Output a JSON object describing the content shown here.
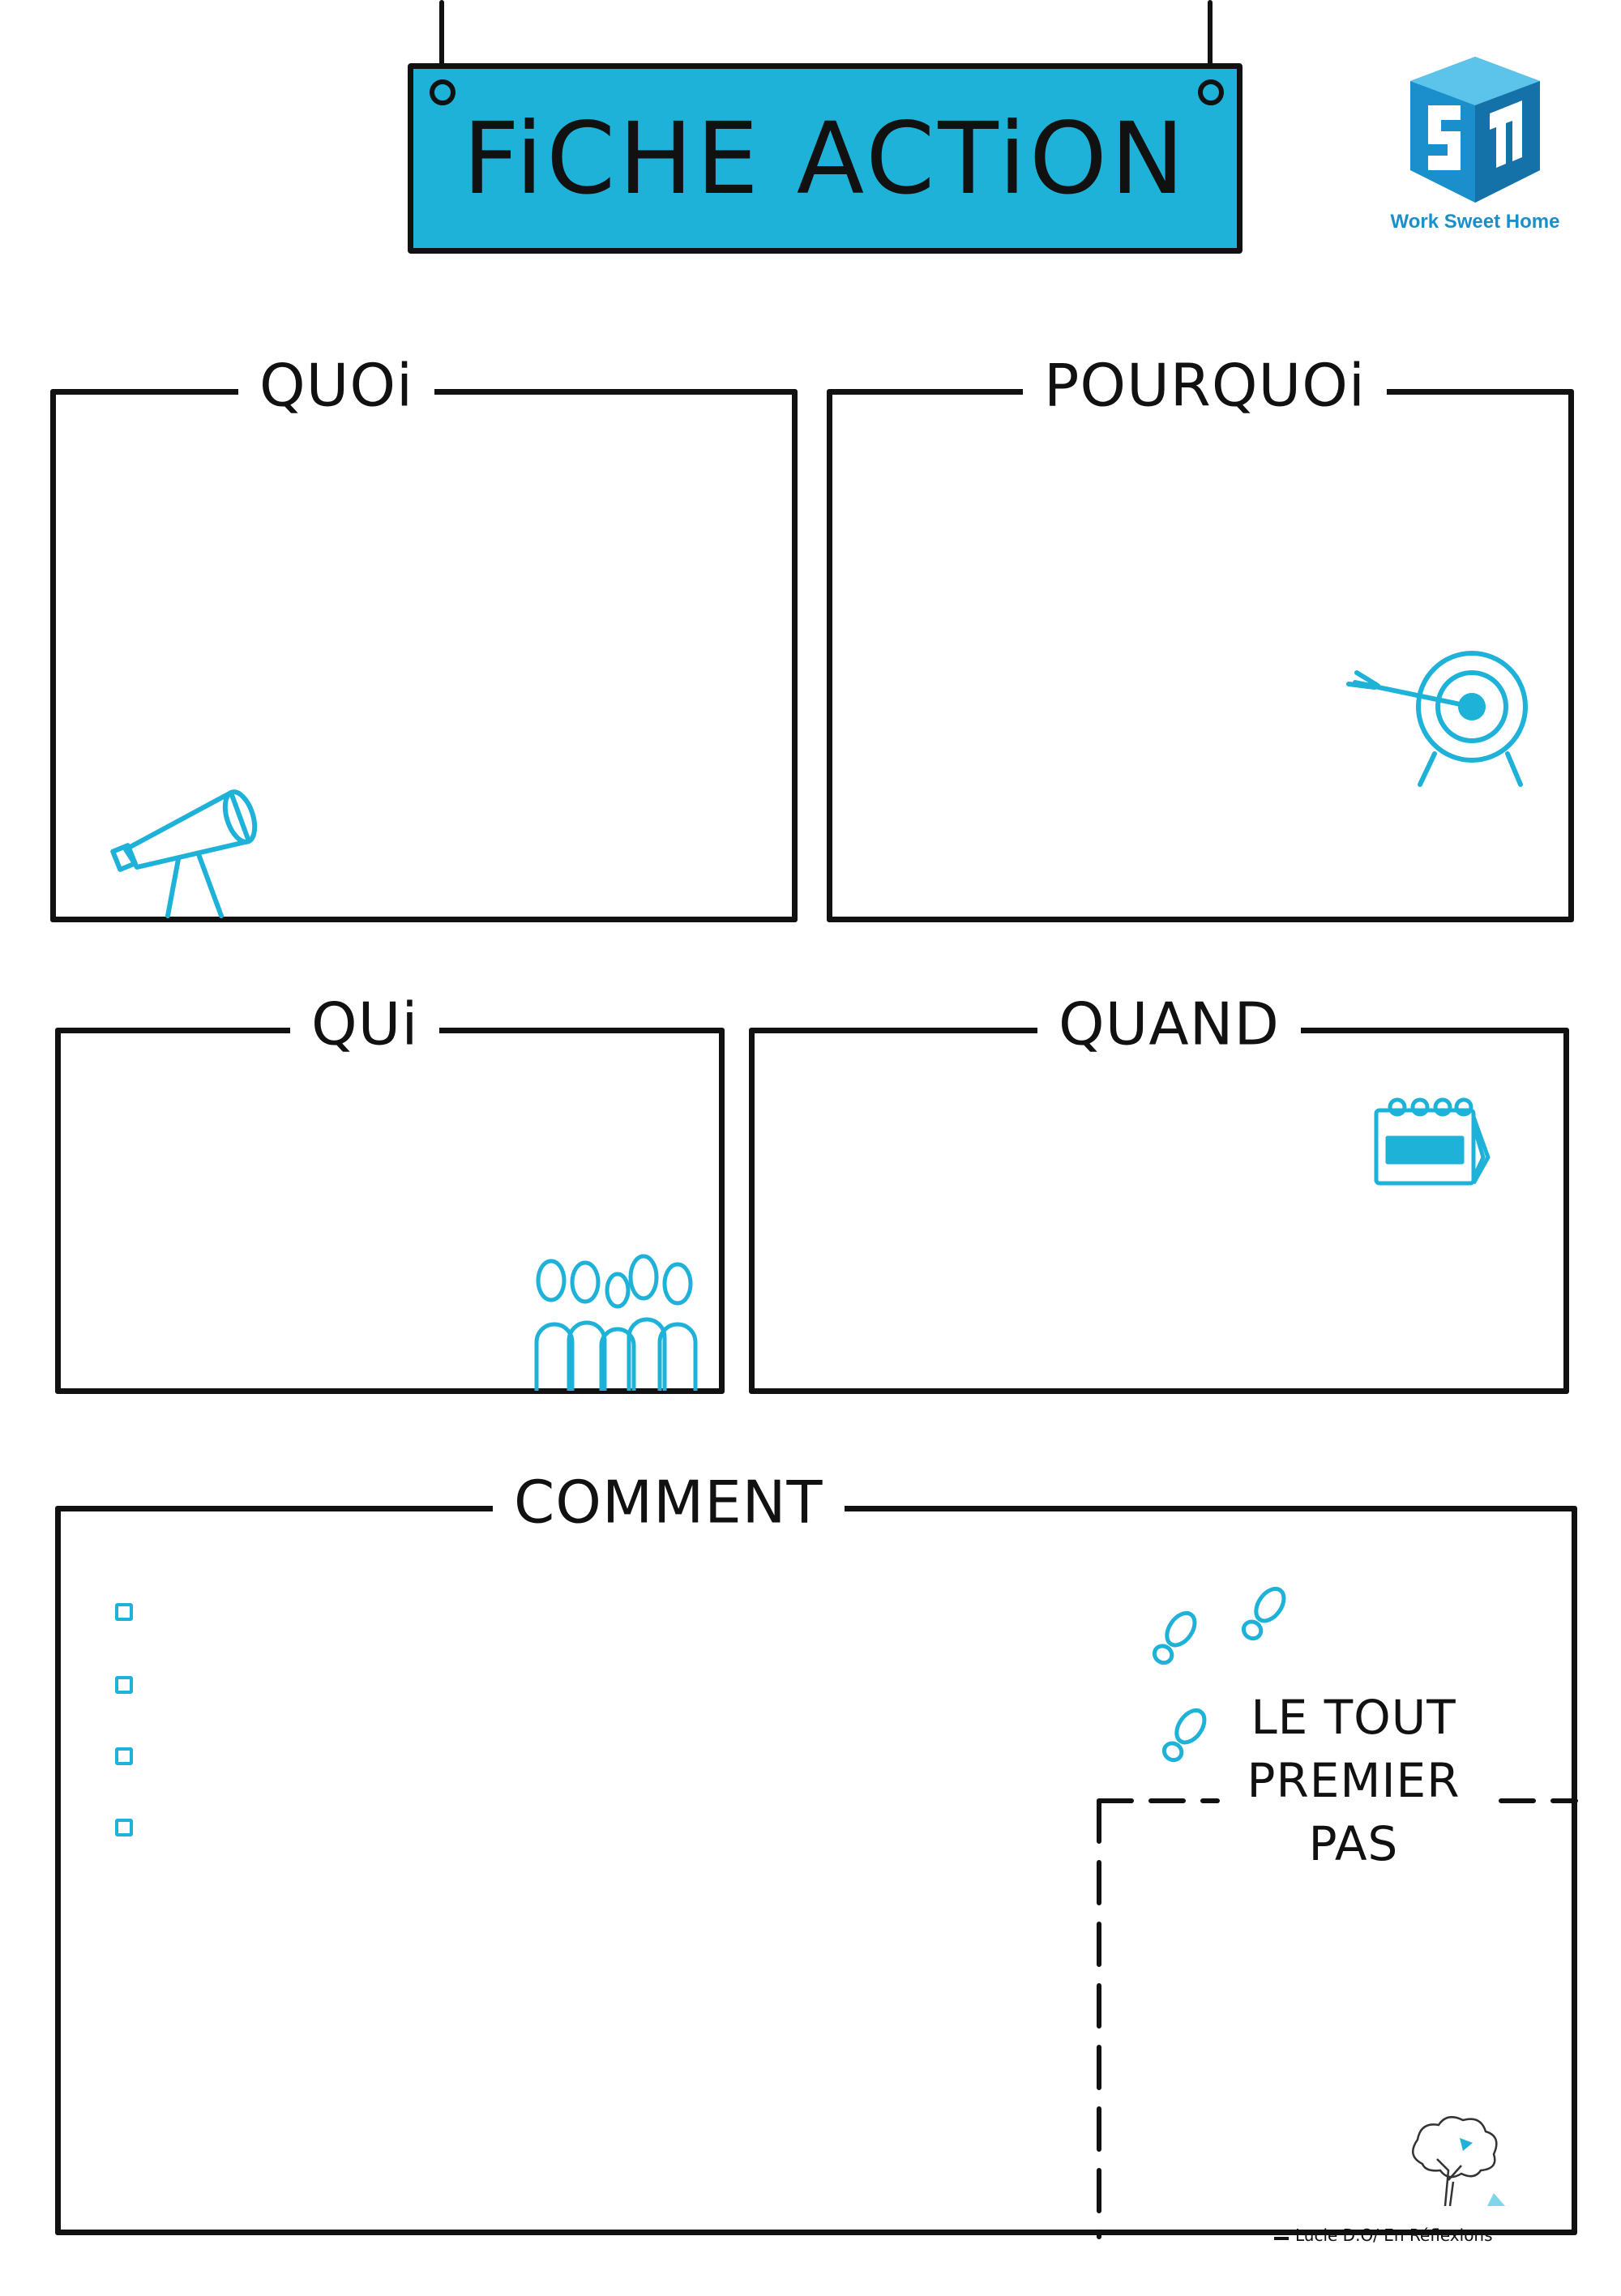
{
  "header": {
    "title": "FiCHE ACTiON",
    "logo_text": "Work Sweet Home"
  },
  "sections": {
    "quoi": "QUOi",
    "pourquoi": "POURQUOi",
    "qui": "QUi",
    "quand": "QUAND",
    "comment": "COMMENT"
  },
  "first_step": {
    "line1": "LE TOUT",
    "line2": "PREMIER PAS"
  },
  "credit": "Lucie D.O/ En Réflexions",
  "icons": {
    "telescope": "telescope-icon",
    "target": "target-icon",
    "people": "people-group-icon",
    "calendar": "calendar-icon",
    "footsteps": "footsteps-icon",
    "tree": "tree-icon"
  },
  "colors": {
    "accent": "#1fb2d9",
    "ink": "#111111",
    "logo": "#1a8fcc"
  }
}
